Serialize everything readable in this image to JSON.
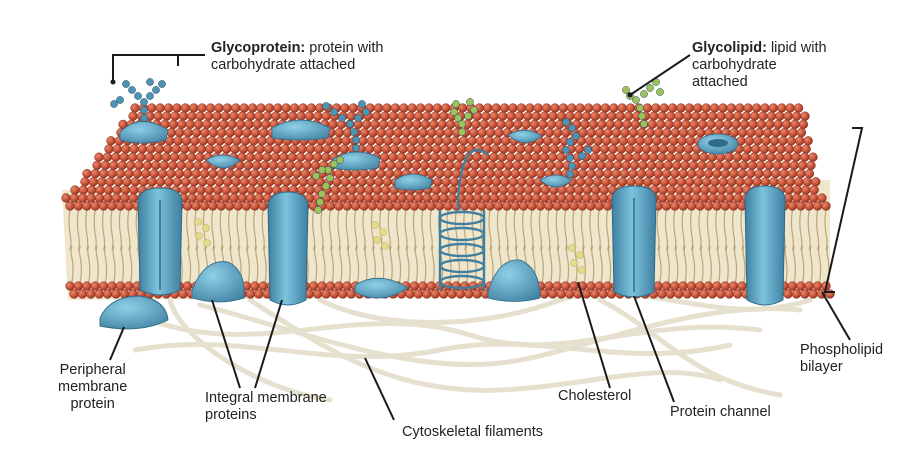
{
  "labels": {
    "glycoprotein_term": "Glycoprotein:",
    "glycoprotein_desc_1": "protein with",
    "glycoprotein_desc_2": "carbohydrate attached",
    "glycolipid_term": "Glycolipid:",
    "glycolipid_desc_1": "lipid with",
    "glycolipid_desc_2": "carbohydrate",
    "glycolipid_desc_3": "attached",
    "peripheral_1": "Peripheral",
    "peripheral_2": "membrane",
    "peripheral_3": "protein",
    "integral_1": "Integral membrane",
    "integral_2": "proteins",
    "cytoskeletal": "Cytoskeletal filaments",
    "cholesterol": "Cholesterol",
    "protein_channel": "Protein channel",
    "phospholipid_1": "Phospholipid",
    "phospholipid_2": "bilayer"
  },
  "colors": {
    "lipid_head": "#c8523a",
    "lipid_head_shadow": "#9c3a26",
    "lipid_tail": "#b8a77c",
    "protein": "#5fa8c8",
    "protein_dark": "#3f7fa0",
    "carbohydrate_blue": "#4d93b5",
    "carbohydrate_green": "#9bc35a",
    "cholesterol": "#e6db8c",
    "filament": "#e8e4d4",
    "leader": "#1a1a1a"
  }
}
